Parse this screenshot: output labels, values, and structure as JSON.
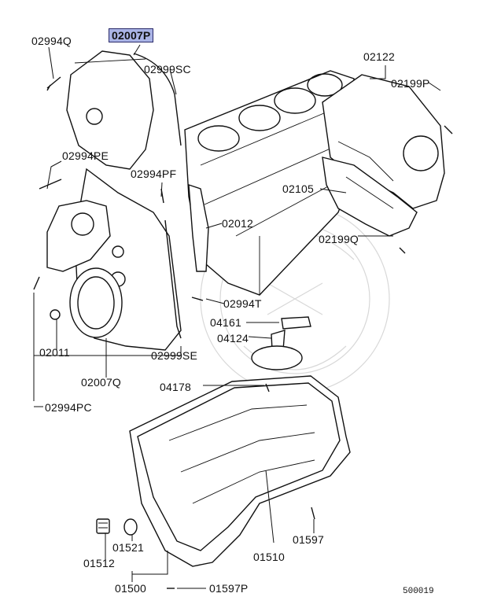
{
  "diagram": {
    "labels": {
      "p02994Q": "02994Q",
      "p02007P": "02007P",
      "p02999SC": "02999SC",
      "p02122": "02122",
      "p02199P": "02199P",
      "p02994PE": "02994PE",
      "p02994PF": "02994PF",
      "p02105": "02105",
      "p02012": "02012",
      "p02199Q": "02199Q",
      "p02994T": "02994T",
      "p04161": "04161",
      "p04124": "04124",
      "p02011": "02011",
      "p02999SE": "02999SE",
      "p02007Q": "02007Q",
      "p04178": "04178",
      "p02994PC": "02994PC",
      "p01521": "01521",
      "p01597": "01597",
      "p01512": "01512",
      "p01510": "01510",
      "p01500": "01500",
      "p01597P": "01597P"
    },
    "highlighted_part": "02007P",
    "highlight_color": "#aab4e6",
    "figure_code": "500019"
  }
}
